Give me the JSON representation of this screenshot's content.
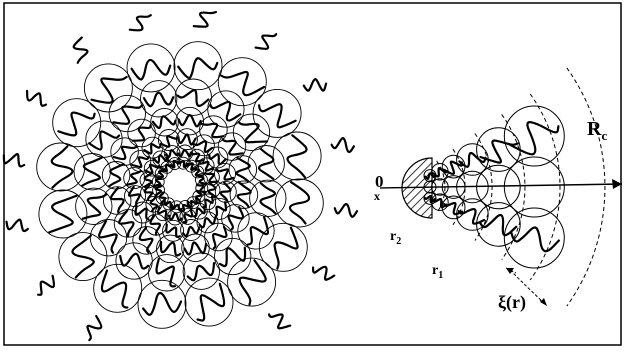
{
  "figure": {
    "labels": {
      "origin": "0",
      "x_axis": "x",
      "r2": "r",
      "r2_sub": "2",
      "r1": "r",
      "r1_sub": "1",
      "Rc": "R",
      "Rc_sub": "c",
      "xi": "ξ(r)"
    }
  },
  "colors": {
    "ink": "#000000",
    "background": "#ffffff"
  }
}
